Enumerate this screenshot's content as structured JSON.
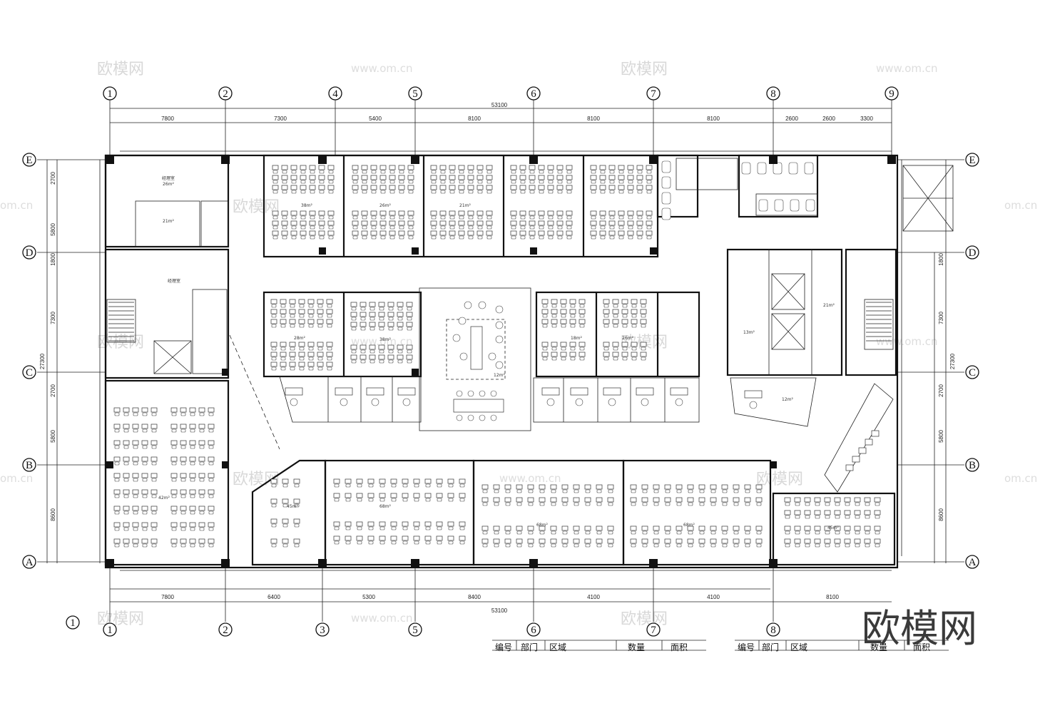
{
  "axes": {
    "top": [
      "1",
      "2",
      "4",
      "5",
      "6",
      "7",
      "8",
      "9"
    ],
    "bottom": [
      "1",
      "2",
      "3",
      "5",
      "6",
      "7",
      "8"
    ],
    "left": [
      "E",
      "D",
      "C",
      "B",
      "A"
    ],
    "right": [
      "E",
      "D",
      "C",
      "B",
      "A"
    ],
    "extra_bottom": "1"
  },
  "dimensions": {
    "top_total": "53100",
    "top_segments": [
      "7800",
      "7300",
      "5400",
      "8100",
      "8100",
      "8100",
      "2600",
      "2600",
      "3300"
    ],
    "bottom_total": "53100",
    "bottom_segments": [
      "7800",
      "6400",
      "5300",
      "8400",
      "4100",
      "4100",
      "8100"
    ],
    "left_total": "27300",
    "left_segments": [
      "2700",
      "5800",
      "1800",
      "7300",
      "2700",
      "5800",
      "8600"
    ],
    "right_total": "27300",
    "right_segments": [
      "1800",
      "7300",
      "2700",
      "5800",
      "8600"
    ]
  },
  "rooms": [
    "经理室",
    "26m²",
    "21m²",
    "经理室",
    "38m²",
    "26m²",
    "21m²",
    "12m²",
    "28m²",
    "38m²",
    "18m²",
    "26m²",
    "13m²",
    "42m²",
    "68m²",
    "45m²",
    "68m²",
    "68m²",
    "45m²",
    "12m²",
    "21m²"
  ],
  "table_headers": [
    "编号",
    "部门",
    "区域",
    "数量",
    "面积"
  ],
  "watermarks": {
    "cn": "欧模网",
    "url": "www.om.cn",
    "url_short": "om.cn"
  },
  "brand_logo": "欧模网"
}
